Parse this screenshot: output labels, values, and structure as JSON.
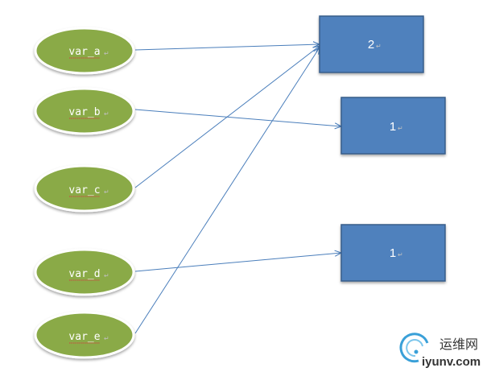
{
  "diagram": {
    "variables": [
      {
        "id": "a",
        "label": "var_a"
      },
      {
        "id": "b",
        "label": "var_b"
      },
      {
        "id": "c",
        "label": "var_c"
      },
      {
        "id": "d",
        "label": "var_d"
      },
      {
        "id": "e",
        "label": "var_e"
      }
    ],
    "values": [
      {
        "id": "v1",
        "label": "2"
      },
      {
        "id": "v2",
        "label": "1"
      },
      {
        "id": "v3",
        "label": "1"
      }
    ],
    "edges": [
      {
        "from": "a",
        "to": "v1"
      },
      {
        "from": "b",
        "to": "v2"
      },
      {
        "from": "c",
        "to": "v1"
      },
      {
        "from": "d",
        "to": "v3"
      },
      {
        "from": "e",
        "to": "v1"
      }
    ],
    "colors": {
      "ellipse_fill": "#8aaa46",
      "box_fill": "#4f81bd",
      "arrow": "#4a7ebb"
    }
  },
  "watermark": {
    "chinese": "运维网",
    "url": "iyunv.com"
  }
}
